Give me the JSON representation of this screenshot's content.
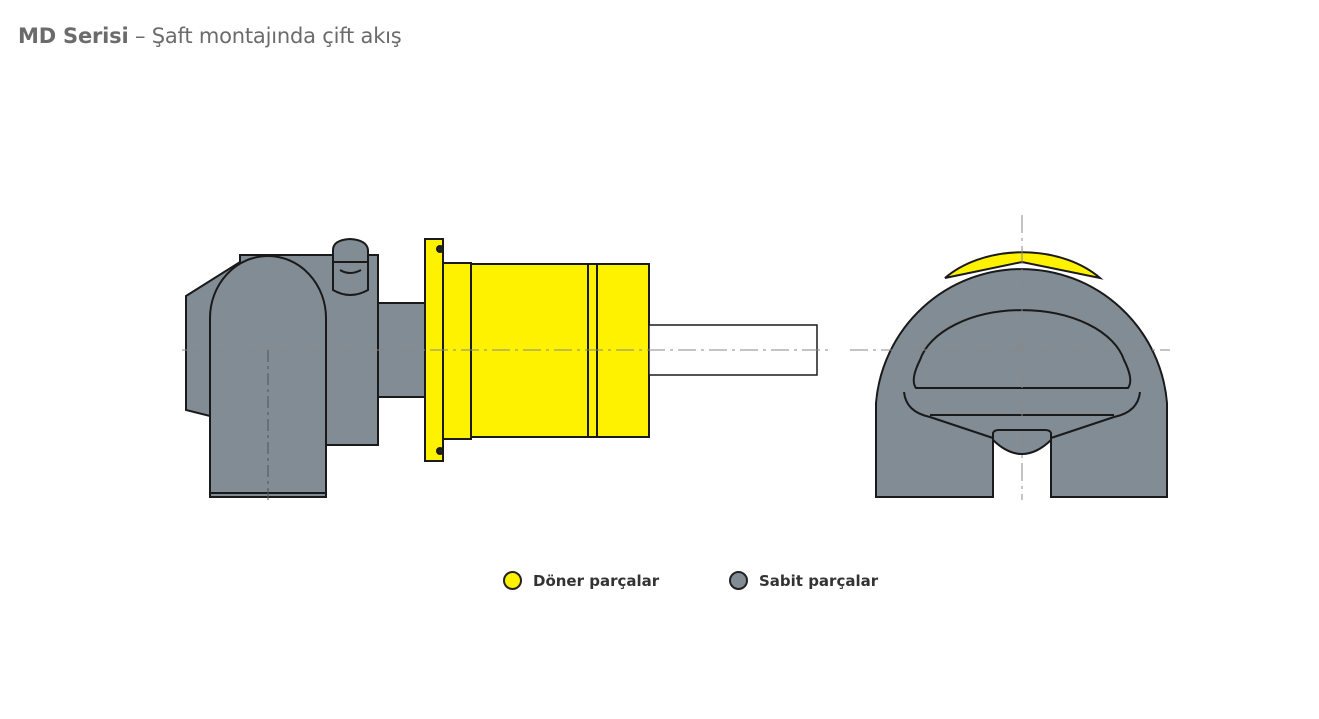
{
  "title": {
    "series": "MD Serisi",
    "subtitle": " – Şaft montajında çift akış"
  },
  "legend": [
    {
      "label": "Döner parçalar",
      "color": "#fff200"
    },
    {
      "label": "Sabit parçalar",
      "color": "#818c94"
    }
  ]
}
